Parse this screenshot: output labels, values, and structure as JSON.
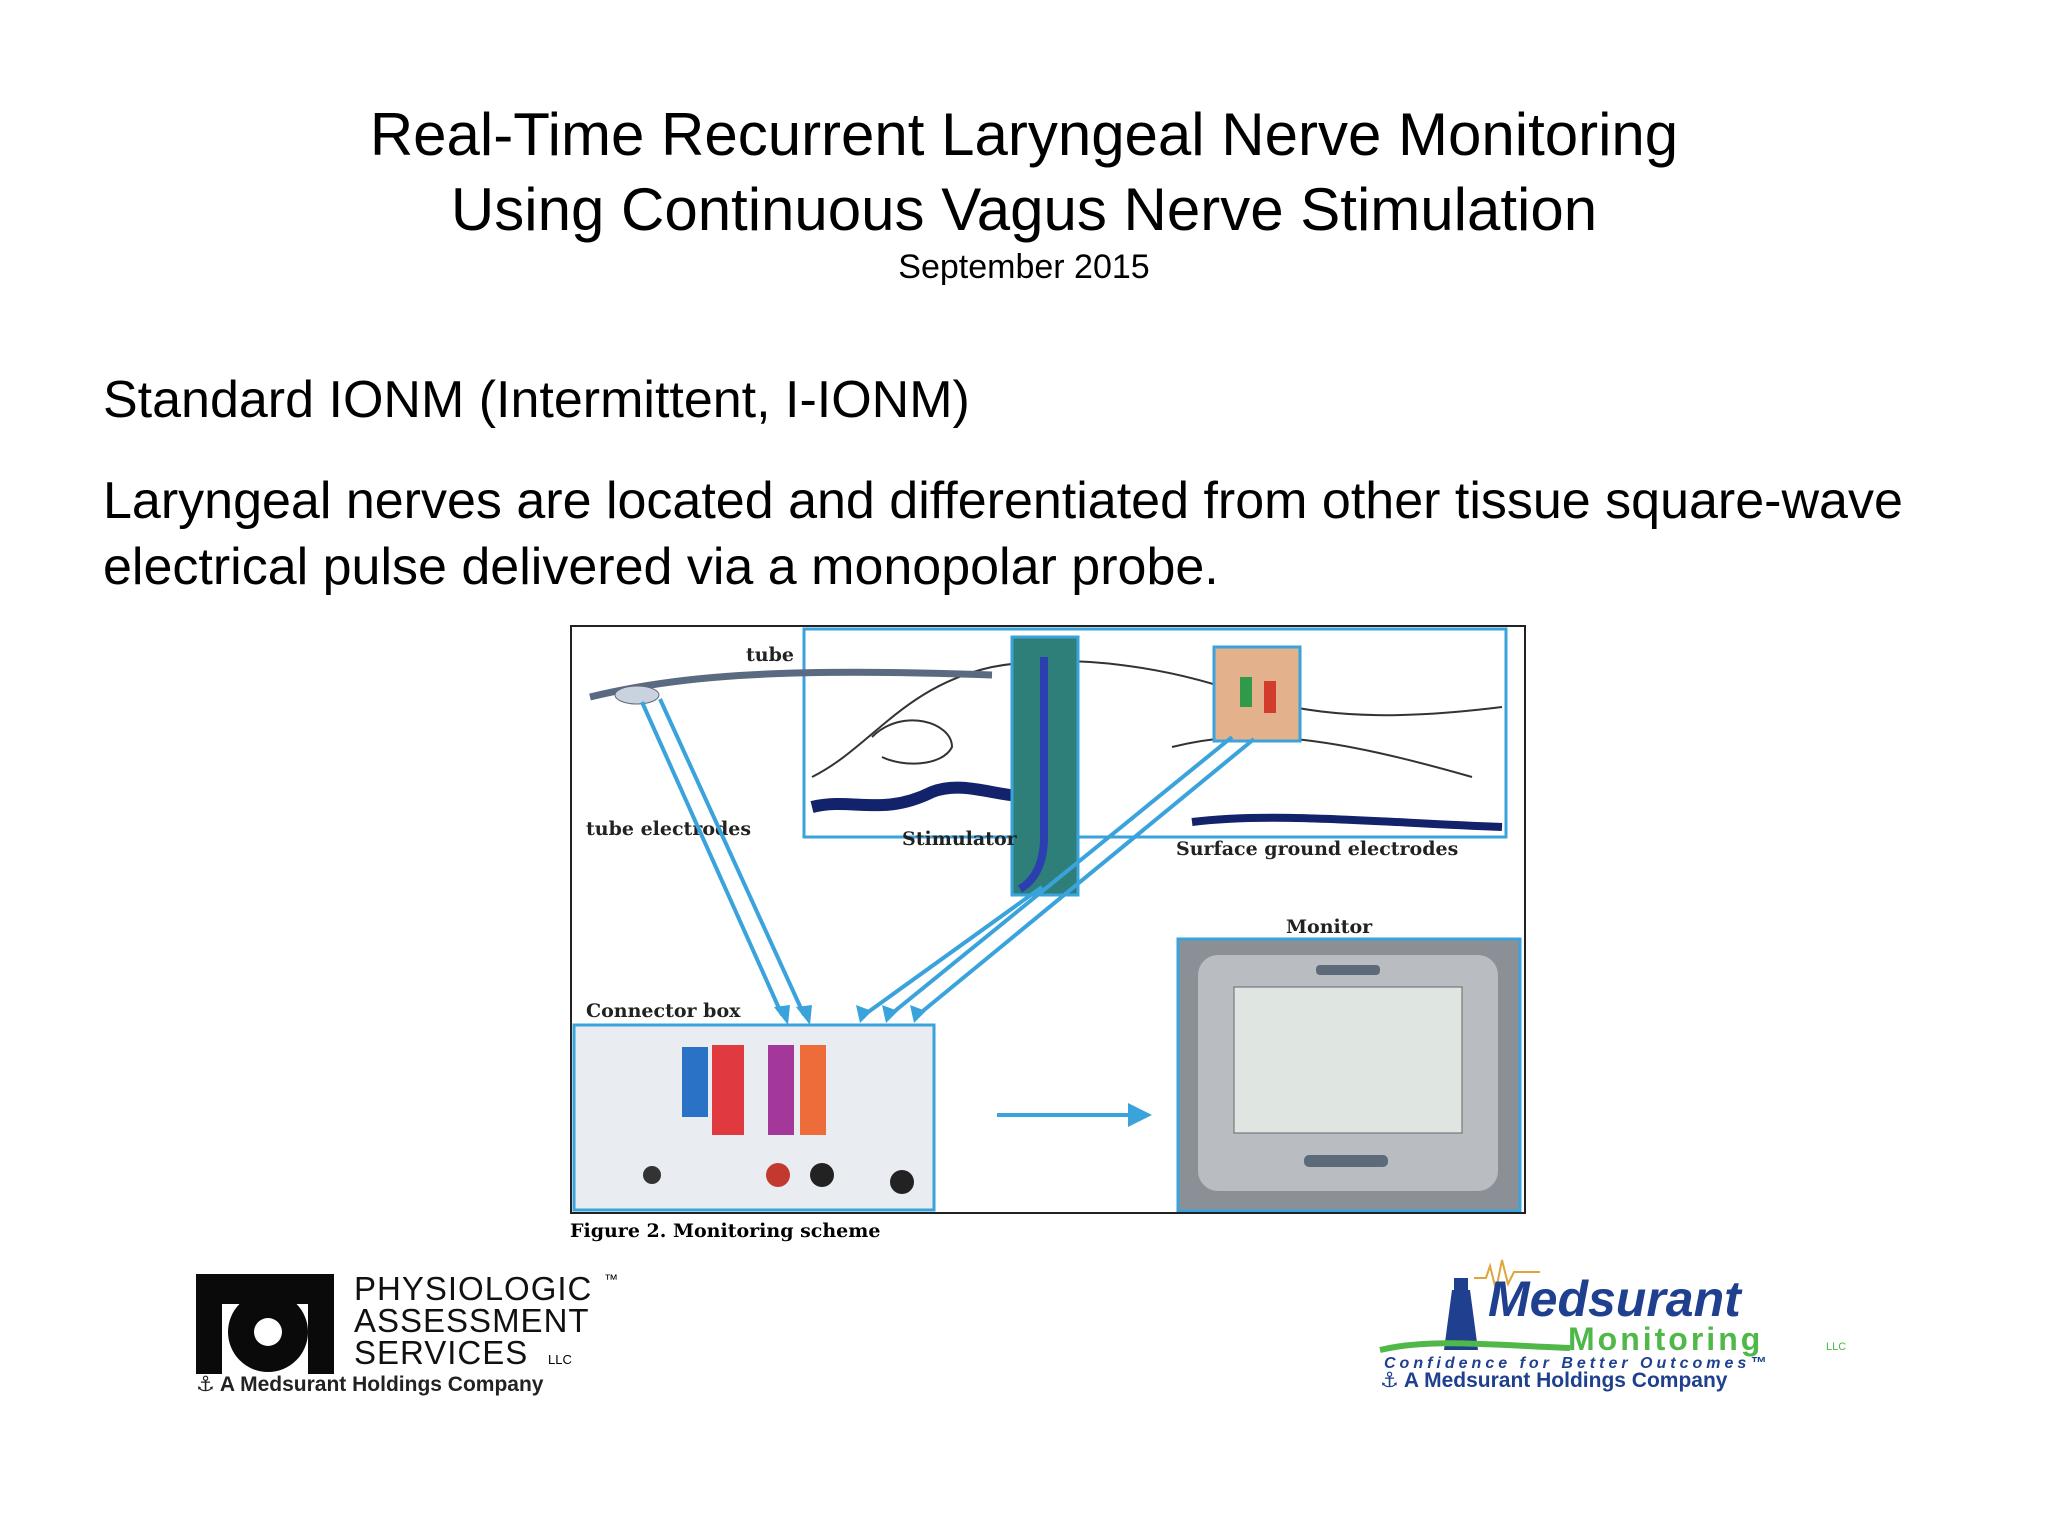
{
  "slide": {
    "title_line1": "Real-Time Recurrent Laryngeal Nerve Monitoring",
    "title_line2": "Using Continuous Vagus Nerve Stimulation",
    "date": "September 2015",
    "heading": "Standard IONM (Intermittent, I-IONM)",
    "body": "Laryngeal nerves are located and differentiated from other tissue square-wave electrical pulse delivered via a monopolar probe."
  },
  "figure": {
    "label_tube": "tube",
    "label_tube_electrodes": "tube electrodes",
    "label_stimulator": "Stimulator",
    "label_surface": "Surface ground electrodes",
    "label_monitor": "Monitor",
    "label_connector": "Connector box",
    "caption": "Figure 2. Monitoring scheme"
  },
  "logos": {
    "pas_line1": "PHYSIOLOGIC",
    "pas_tm": "™",
    "pas_line2": "ASSESSMENT",
    "pas_line3": "SERVICES",
    "pas_llc": "LLC",
    "pas_sub": "A Medsurant Holdings Company",
    "med_name": "Medsurant",
    "med_monitoring": "Monitoring",
    "med_llc": "LLC",
    "med_tagline": "Confidence for Better Outcomes™",
    "med_sub": "A Medsurant Holdings Company"
  },
  "colors": {
    "figure_blue": "#3aa3dc",
    "medsurant_blue": "#1f3f8f",
    "medsurant_green": "#4fb848"
  }
}
